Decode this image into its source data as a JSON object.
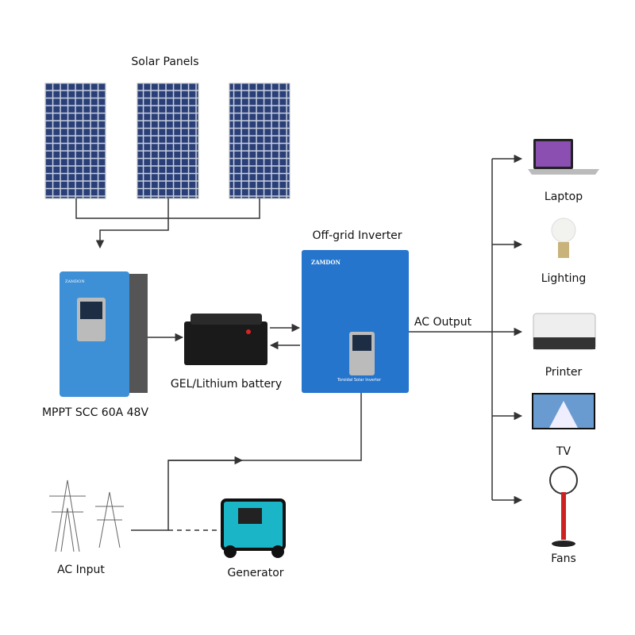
{
  "labels": {
    "solar_panels": "Solar Panels",
    "controller": "MPPT SCC 60A 48V",
    "battery": "GEL/Lithium battery",
    "inverter": "Off-grid Inverter",
    "ac_output": "AC Output",
    "ac_input": "AC Input",
    "generator": "Generator",
    "loads": [
      "Laptop",
      "Lighting",
      "Printer",
      "TV",
      "Fans"
    ]
  },
  "device_text": {
    "brand": "ZAMDON",
    "inverter_model": "Toroidal Solar Inverter"
  },
  "colors": {
    "line": "#333333",
    "device_blue": "#2f7fd0",
    "panel_blue": "#2a3f78"
  }
}
